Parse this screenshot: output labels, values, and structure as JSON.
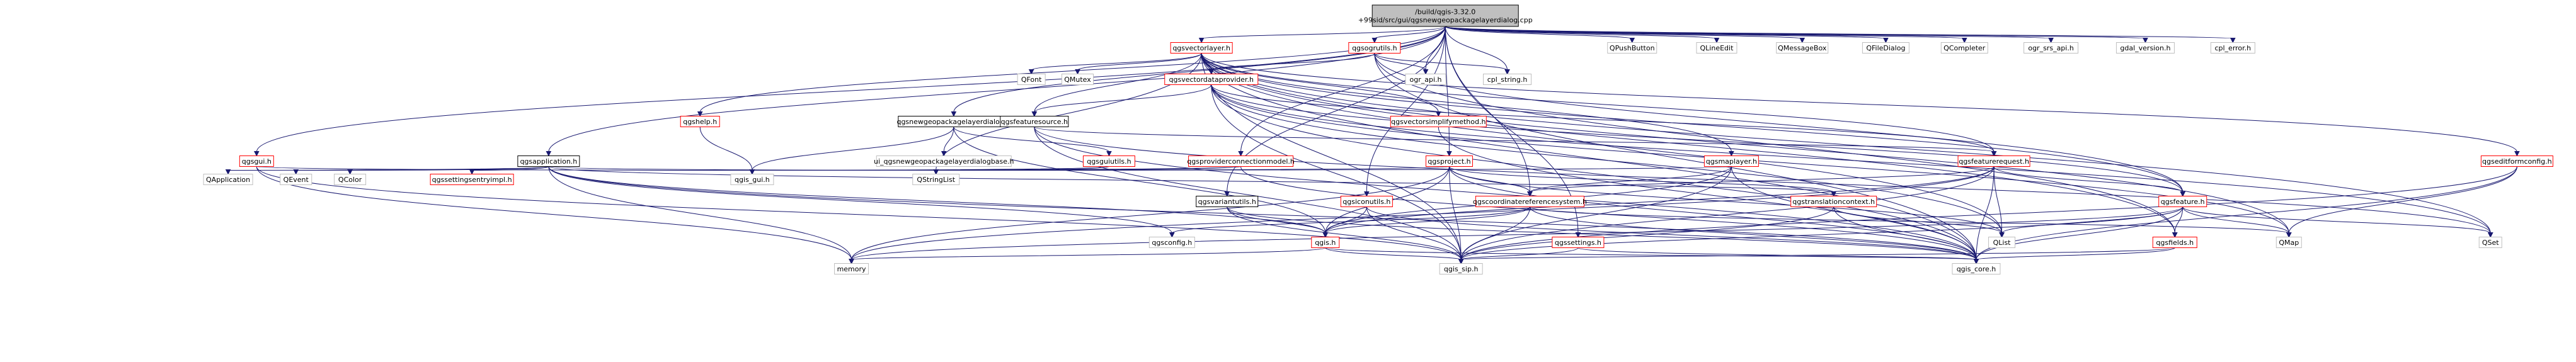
{
  "nodes": {
    "root": {
      "lines": [
        "/build/qgis-3.32.0",
        "+99sid/src/gui/qgsnewgeopackagelayerdialog.cpp"
      ],
      "link": "black",
      "root": true
    },
    "qgsvectorlayer_h": {
      "lines": [
        "qgsvectorlayer.h"
      ],
      "link": "red"
    },
    "qgsogrutils_h": {
      "lines": [
        "qgsogrutils.h"
      ],
      "link": "red"
    },
    "QPushButton": {
      "lines": [
        "QPushButton"
      ],
      "link": "gray"
    },
    "QLineEdit": {
      "lines": [
        "QLineEdit"
      ],
      "link": "gray"
    },
    "QMessageBox": {
      "lines": [
        "QMessageBox"
      ],
      "link": "gray"
    },
    "QFileDialog": {
      "lines": [
        "QFileDialog"
      ],
      "link": "gray"
    },
    "QCompleter": {
      "lines": [
        "QCompleter"
      ],
      "link": "gray"
    },
    "ogr_srs_api_h": {
      "lines": [
        "ogr_srs_api.h"
      ],
      "link": "gray"
    },
    "gdal_version_h": {
      "lines": [
        "gdal_version.h"
      ],
      "link": "gray"
    },
    "cpl_error_h": {
      "lines": [
        "cpl_error.h"
      ],
      "link": "gray"
    },
    "QFont": {
      "lines": [
        "QFont"
      ],
      "link": "gray"
    },
    "QMutex": {
      "lines": [
        "QMutex"
      ],
      "link": "gray"
    },
    "qgsvectordataprovider_h": {
      "lines": [
        "qgsvectordataprovider.h"
      ],
      "link": "red"
    },
    "ogr_api_h": {
      "lines": [
        "ogr_api.h"
      ],
      "link": "gray"
    },
    "cpl_string_h": {
      "lines": [
        "cpl_string.h"
      ],
      "link": "gray"
    },
    "qgsvectorsimplifymethod_h": {
      "lines": [
        "qgsvectorsimplifymethod.h"
      ],
      "link": "red"
    },
    "qgshelp_h": {
      "lines": [
        "qgshelp.h"
      ],
      "link": "red"
    },
    "qgsnewgeopackagelayerdialog_h": {
      "lines": [
        "qgsnewgeopackagelayerdialog.h"
      ],
      "link": "black"
    },
    "qgsfeaturesource_h": {
      "lines": [
        "qgsfeaturesource.h"
      ],
      "link": "black"
    },
    "qgsgui_h": {
      "lines": [
        "qgsgui.h"
      ],
      "link": "red"
    },
    "qgsapplication_h": {
      "lines": [
        "qgsapplication.h"
      ],
      "link": "black"
    },
    "ui_qgsnewgeopackagelayerdialogbase_h": {
      "lines": [
        "ui_qgsnewgeopackagelayerdialogbase.h"
      ],
      "link": "gray"
    },
    "qgsguiutils_h": {
      "lines": [
        "qgsguiutils.h"
      ],
      "link": "red"
    },
    "qgsproviderconnectionmodel_h": {
      "lines": [
        "qgsproviderconnectionmodel.h"
      ],
      "link": "red"
    },
    "qgsproject_h": {
      "lines": [
        "qgsproject.h"
      ],
      "link": "red"
    },
    "qgsmaplayer_h": {
      "lines": [
        "qgsmaplayer.h"
      ],
      "link": "red"
    },
    "qgsfeaturerequest_h": {
      "lines": [
        "qgsfeaturerequest.h"
      ],
      "link": "red"
    },
    "qgseditformconfig_h": {
      "lines": [
        "qgseditformconfig.h"
      ],
      "link": "red"
    },
    "QApplication": {
      "lines": [
        "QApplication"
      ],
      "link": "gray"
    },
    "QEvent": {
      "lines": [
        "QEvent"
      ],
      "link": "gray"
    },
    "QColor": {
      "lines": [
        "QColor"
      ],
      "link": "gray"
    },
    "qgssettingsentryimpl_h": {
      "lines": [
        "qgssettingsentryimpl.h"
      ],
      "link": "red"
    },
    "qgis_gui_h": {
      "lines": [
        "qgis_gui.h"
      ],
      "link": "gray"
    },
    "QStringList": {
      "lines": [
        "QStringList"
      ],
      "link": "gray"
    },
    "qgsvariantutils_h": {
      "lines": [
        "qgsvariantutils.h"
      ],
      "link": "black"
    },
    "qgsiconutils_h": {
      "lines": [
        "qgsiconutils.h"
      ],
      "link": "red"
    },
    "qgscoordinatereferencesystem_h": {
      "lines": [
        "qgscoordinatereferencesystem.h"
      ],
      "link": "red"
    },
    "qgstranslationcontext_h": {
      "lines": [
        "qgstranslationcontext.h"
      ],
      "link": "red"
    },
    "qgsfeature_h": {
      "lines": [
        "qgsfeature.h"
      ],
      "link": "red"
    },
    "qgsconfig_h": {
      "lines": [
        "qgsconfig.h"
      ],
      "link": "gray"
    },
    "qgis_h": {
      "lines": [
        "qgis.h"
      ],
      "link": "red"
    },
    "qgssettings_h": {
      "lines": [
        "qgssettings.h"
      ],
      "link": "red"
    },
    "QList": {
      "lines": [
        "QList"
      ],
      "link": "gray"
    },
    "qgsfields_h": {
      "lines": [
        "qgsfields.h"
      ],
      "link": "red"
    },
    "QMap": {
      "lines": [
        "QMap"
      ],
      "link": "gray"
    },
    "QSet": {
      "lines": [
        "QSet"
      ],
      "link": "gray"
    },
    "memory": {
      "lines": [
        "memory"
      ],
      "link": "gray"
    },
    "qgis_sip_h": {
      "lines": [
        "qgis_sip.h"
      ],
      "link": "gray"
    },
    "qgis_core_h": {
      "lines": [
        "qgis_core.h"
      ],
      "link": "gray"
    }
  },
  "edges": [
    [
      "root",
      "qgsvectorlayer_h"
    ],
    [
      "root",
      "qgsogrutils_h"
    ],
    [
      "root",
      "QPushButton"
    ],
    [
      "root",
      "QLineEdit"
    ],
    [
      "root",
      "QMessageBox"
    ],
    [
      "root",
      "QFileDialog"
    ],
    [
      "root",
      "QCompleter"
    ],
    [
      "root",
      "ogr_srs_api_h"
    ],
    [
      "root",
      "gdal_version_h"
    ],
    [
      "root",
      "cpl_error_h"
    ],
    [
      "root",
      "qgshelp_h"
    ],
    [
      "root",
      "qgsnewgeopackagelayerdialog_h"
    ],
    [
      "root",
      "qgsgui_h"
    ],
    [
      "root",
      "qgsapplication_h"
    ],
    [
      "root",
      "qgsproviderconnectionmodel_h"
    ],
    [
      "root",
      "qgsproject_h"
    ],
    [
      "root",
      "qgsiconutils_h"
    ],
    [
      "root",
      "qgsvariantutils_h"
    ],
    [
      "root",
      "qgscoordinatereferencesystem_h"
    ],
    [
      "root",
      "qgssettings_h"
    ],
    [
      "root",
      "ogr_api_h"
    ],
    [
      "root",
      "cpl_string_h"
    ],
    [
      "qgsvectorlayer_h",
      "QFont"
    ],
    [
      "qgsvectorlayer_h",
      "QMutex"
    ],
    [
      "qgsvectorlayer_h",
      "qgsvectordataprovider_h"
    ],
    [
      "qgsvectorlayer_h",
      "qgsfeaturesource_h"
    ],
    [
      "qgsvectorlayer_h",
      "qgsmaplayer_h"
    ],
    [
      "qgsvectorlayer_h",
      "qgsfeaturerequest_h"
    ],
    [
      "qgsvectorlayer_h",
      "qgseditformconfig_h"
    ],
    [
      "qgsvectorlayer_h",
      "qgsvectorsimplifymethod_h"
    ],
    [
      "qgsvectorlayer_h",
      "qgsfeature_h"
    ],
    [
      "qgsvectorlayer_h",
      "qgsfields_h"
    ],
    [
      "qgsvectorlayer_h",
      "QList"
    ],
    [
      "qgsvectorlayer_h",
      "QMap"
    ],
    [
      "qgsvectorlayer_h",
      "QSet"
    ],
    [
      "qgsvectorlayer_h",
      "QStringList"
    ],
    [
      "qgsvectorlayer_h",
      "qgis_core_h"
    ],
    [
      "qgsvectorlayer_h",
      "qgis_sip_h"
    ],
    [
      "qgsogrutils_h",
      "qgsvectordataprovider_h"
    ],
    [
      "qgsogrutils_h",
      "ogr_api_h"
    ],
    [
      "qgsogrutils_h",
      "cpl_string_h"
    ],
    [
      "qgsogrutils_h",
      "qgis_core_h"
    ],
    [
      "qgsogrutils_h",
      "qgsfeature_h"
    ],
    [
      "qgsogrutils_h",
      "qgsfields_h"
    ],
    [
      "qgsvectordataprovider_h",
      "qgsfeaturesource_h"
    ],
    [
      "qgsvectordataprovider_h",
      "qgsfeaturerequest_h"
    ],
    [
      "qgsvectordataprovider_h",
      "qgsfeature_h"
    ],
    [
      "qgsvectordataprovider_h",
      "QList"
    ],
    [
      "qgsvectordataprovider_h",
      "QMap"
    ],
    [
      "qgsvectordataprovider_h",
      "QSet"
    ],
    [
      "qgsvectordataprovider_h",
      "qgis_core_h"
    ],
    [
      "qgsvectordataprovider_h",
      "qgis_sip_h"
    ],
    [
      "qgsvectorsimplifymethod_h",
      "qgis_core_h"
    ],
    [
      "qgshelp_h",
      "qgis_gui_h"
    ],
    [
      "qgsnewgeopackagelayerdialog_h",
      "ui_qgsnewgeopackagelayerdialogbase_h"
    ],
    [
      "qgsnewgeopackagelayerdialog_h",
      "qgsguiutils_h"
    ],
    [
      "qgsnewgeopackagelayerdialog_h",
      "qgis_gui_h"
    ],
    [
      "qgsnewgeopackagelayerdialog_h",
      "qgis_h"
    ],
    [
      "qgsfeaturesource_h",
      "qgsfeaturerequest_h"
    ],
    [
      "qgsfeaturesource_h",
      "qgis_core_h"
    ],
    [
      "qgsfeaturesource_h",
      "qgis_sip_h"
    ],
    [
      "qgsfeaturesource_h",
      "QSet"
    ],
    [
      "qgsgui_h",
      "qgis_gui_h"
    ],
    [
      "qgsgui_h",
      "qgis_sip_h"
    ],
    [
      "qgsgui_h",
      "memory"
    ],
    [
      "qgsapplication_h",
      "QApplication"
    ],
    [
      "qgsapplication_h",
      "QEvent"
    ],
    [
      "qgsapplication_h",
      "QColor"
    ],
    [
      "qgsapplication_h",
      "qgssettingsentryimpl_h"
    ],
    [
      "qgsapplication_h",
      "QStringList"
    ],
    [
      "qgsapplication_h",
      "qgsconfig_h"
    ],
    [
      "qgsapplication_h",
      "qgis_h"
    ],
    [
      "qgsapplication_h",
      "qgis_core_h"
    ],
    [
      "qgsapplication_h",
      "qgstranslationcontext_h"
    ],
    [
      "qgsapplication_h",
      "memory"
    ],
    [
      "qgsguiutils_h",
      "qgis_gui_h"
    ],
    [
      "qgsguiutils_h",
      "QStringList"
    ],
    [
      "qgsproviderconnectionmodel_h",
      "qgis_gui_h"
    ],
    [
      "qgsproviderconnectionmodel_h",
      "qgis_core_h"
    ],
    [
      "qgsproviderconnectionmodel_h",
      "QStringList"
    ],
    [
      "qgsproject_h",
      "qgis_core_h"
    ],
    [
      "qgsproject_h",
      "QStringList"
    ],
    [
      "qgsproject_h",
      "qgscoordinatereferencesystem_h"
    ],
    [
      "qgsproject_h",
      "qgstranslationcontext_h"
    ],
    [
      "qgsproject_h",
      "qgis_h"
    ],
    [
      "qgsproject_h",
      "qgis_sip_h"
    ],
    [
      "qgsproject_h",
      "memory"
    ],
    [
      "qgsproject_h",
      "QList"
    ],
    [
      "qgsmaplayer_h",
      "qgis_core_h"
    ],
    [
      "qgsmaplayer_h",
      "qgscoordinatereferencesystem_h"
    ],
    [
      "qgsmaplayer_h",
      "qgis_h"
    ],
    [
      "qgsmaplayer_h",
      "QStringList"
    ],
    [
      "qgsmaplayer_h",
      "qgis_sip_h"
    ],
    [
      "qgsfeaturerequest_h",
      "qgsfeature_h"
    ],
    [
      "qgsfeaturerequest_h",
      "qgscoordinatereferencesystem_h"
    ],
    [
      "qgsfeaturerequest_h",
      "qgis_h"
    ],
    [
      "qgsfeaturerequest_h",
      "QList"
    ],
    [
      "qgsfeaturerequest_h",
      "qgis_core_h"
    ],
    [
      "qgsfeaturerequest_h",
      "qgis_sip_h"
    ],
    [
      "qgsfeaturerequest_h",
      "memory"
    ],
    [
      "qgseditformconfig_h",
      "QMap"
    ],
    [
      "qgseditformconfig_h",
      "qgis_core_h"
    ],
    [
      "qgseditformconfig_h",
      "qgis_sip_h"
    ],
    [
      "qgsvariantutils_h",
      "qgis_core_h"
    ],
    [
      "qgsvariantutils_h",
      "qgis_h"
    ],
    [
      "qgsvariantutils_h",
      "qgis_sip_h"
    ],
    [
      "qgsiconutils_h",
      "qgis_h"
    ],
    [
      "qgsiconutils_h",
      "qgis_core_h"
    ],
    [
      "qgsiconutils_h",
      "qgis_sip_h"
    ],
    [
      "qgscoordinatereferencesystem_h",
      "qgis_core_h"
    ],
    [
      "qgscoordinatereferencesystem_h",
      "qgis_sip_h"
    ],
    [
      "qgscoordinatereferencesystem_h",
      "qgis_h"
    ],
    [
      "qgscoordinatereferencesystem_h",
      "QMap"
    ],
    [
      "qgscoordinatereferencesystem_h",
      "qgsconfig_h"
    ],
    [
      "qgstranslationcontext_h",
      "qgis_core_h"
    ],
    [
      "qgstranslationcontext_h",
      "qgis_sip_h"
    ],
    [
      "qgstranslationcontext_h",
      "QList"
    ],
    [
      "qgsfeature_h",
      "qgsfields_h"
    ],
    [
      "qgsfeature_h",
      "QList"
    ],
    [
      "qgsfeature_h",
      "QMap"
    ],
    [
      "qgsfeature_h",
      "QSet"
    ],
    [
      "qgsfeature_h",
      "qgis_core_h"
    ],
    [
      "qgsfeature_h",
      "qgis_sip_h"
    ],
    [
      "qgsfeature_h",
      "memory"
    ],
    [
      "qgis_h",
      "qgis_core_h"
    ],
    [
      "qgis_h",
      "qgis_sip_h"
    ],
    [
      "qgis_h",
      "memory"
    ],
    [
      "qgssettings_h",
      "qgis_core_h"
    ],
    [
      "qgssettings_h",
      "qgis_sip_h"
    ],
    [
      "qgsfields_h",
      "qgis_core_h"
    ],
    [
      "qgsfields_h",
      "qgis_sip_h"
    ]
  ]
}
